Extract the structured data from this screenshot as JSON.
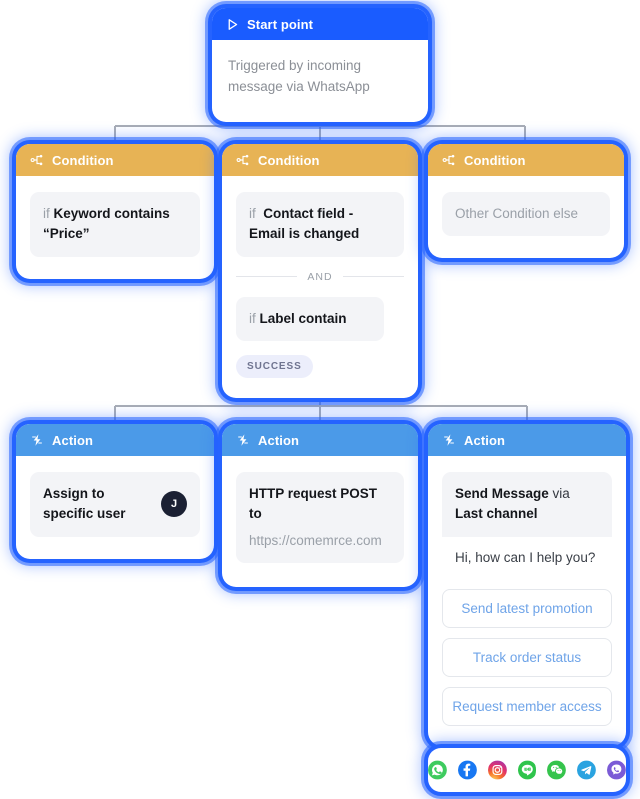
{
  "flow": {
    "start": {
      "header_label": "Start point",
      "header_icon": "play-triangle-icon",
      "body_text": "Triggered by incoming message via WhatsApp"
    },
    "conditions": [
      {
        "header_label": "Condition",
        "header_icon": "branch-node-icon",
        "rules": [
          {
            "prefix": "if",
            "text": "Keyword contains “Price”",
            "muted": false
          }
        ]
      },
      {
        "header_label": "Condition",
        "header_icon": "branch-node-icon",
        "rules": [
          {
            "prefix": "if",
            "text": "Contact field - Email is changed",
            "muted": false
          },
          {
            "prefix": "if",
            "text": "Label contain",
            "muted": false
          }
        ],
        "operator": "AND",
        "badge": "SUCCESS"
      },
      {
        "header_label": "Condition",
        "header_icon": "branch-node-icon",
        "rules": [
          {
            "prefix": "",
            "text": "Other Condition else",
            "muted": true
          }
        ]
      }
    ],
    "actions": [
      {
        "header_label": "Action",
        "header_icon": "lightning-bolt-icon",
        "title": "Assign to specific user",
        "avatar_initial": "J"
      },
      {
        "header_label": "Action",
        "header_icon": "lightning-bolt-icon",
        "title": "HTTP request POST to",
        "subtitle": "https://comemrce.com"
      },
      {
        "header_label": "Action",
        "header_icon": "lightning-bolt-icon",
        "title_bold": "Send Message",
        "title_mid": " via ",
        "title_bold2": "Last channel",
        "message_preview": "Hi, how can I help you?",
        "quick_replies": [
          "Send latest promotion",
          "Track order status",
          "Request member access"
        ]
      }
    ],
    "channels": [
      {
        "name": "whatsapp-icon",
        "label": "WhatsApp",
        "color": "#3ecb5f"
      },
      {
        "name": "facebook-icon",
        "label": "Facebook",
        "color": "#1877f2"
      },
      {
        "name": "instagram-icon",
        "label": "Instagram",
        "color": "#e1306c"
      },
      {
        "name": "line-icon",
        "label": "LINE",
        "color": "#2fc44c"
      },
      {
        "name": "wechat-icon",
        "label": "WeChat",
        "color": "#35c44c"
      },
      {
        "name": "telegram-icon",
        "label": "Telegram",
        "color": "#2aa3e0"
      },
      {
        "name": "viber-icon",
        "label": "Viber",
        "color": "#7b5bd6"
      }
    ]
  },
  "colors": {
    "start_header": "#1a5cff",
    "condition_header": "#e7b355",
    "action_header": "#4b9ae8",
    "selection_ring": "#2563ff",
    "connector": "#a9adb5",
    "chip_bg": "#f3f4f7",
    "badge_bg": "#eceefb",
    "badge_text": "#6f7490",
    "reply_text": "#6fa4e8"
  }
}
